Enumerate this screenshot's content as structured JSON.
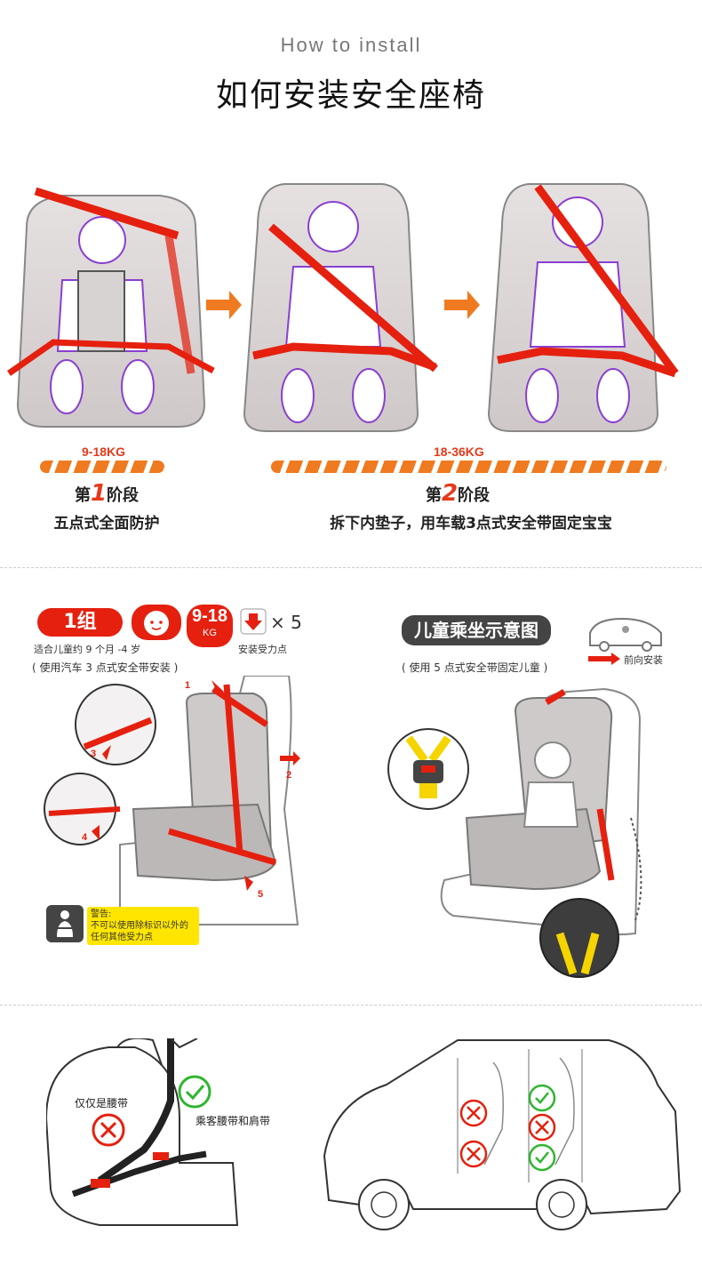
{
  "header": {
    "en_title": "How to install",
    "cn_title": "如何安装安全座椅"
  },
  "stages": [
    {
      "kg": "9-18KG",
      "prefix": "第",
      "number": "1",
      "suffix": "阶段",
      "desc": "五点式全面防护"
    },
    {
      "kg": "18-36KG",
      "prefix": "第",
      "number": "2",
      "suffix": "阶段",
      "desc": "拆下内垫子，用车载3点式安全带固定宝宝"
    }
  ],
  "group": {
    "label": "1组",
    "weight_top": "9-18",
    "weight_unit": "KG",
    "times": "× 5",
    "stress_label": "安装受力点",
    "age": "适合儿童约 9 个月 -4 岁",
    "usage": "( 使用汽车 3 点式安全带安装 )",
    "steps": [
      "1",
      "2",
      "3",
      "4",
      "5"
    ],
    "warning_title": "警告:",
    "warning_body": "不可以使用除标识以外的任何其他受力点"
  },
  "ride": {
    "label": "儿童乘坐示意图",
    "usage": "( 使用 5 点式安全带固定儿童 )",
    "direction": "前向安装"
  },
  "bottom": {
    "lap_only": "仅仅是腰带",
    "lap_shoulder": "乘客腰带和肩带"
  },
  "colors": {
    "accent": "#e5200f",
    "orange": "#f07a1f",
    "ok": "#2fb52f",
    "purple": "#8a3fd1"
  }
}
